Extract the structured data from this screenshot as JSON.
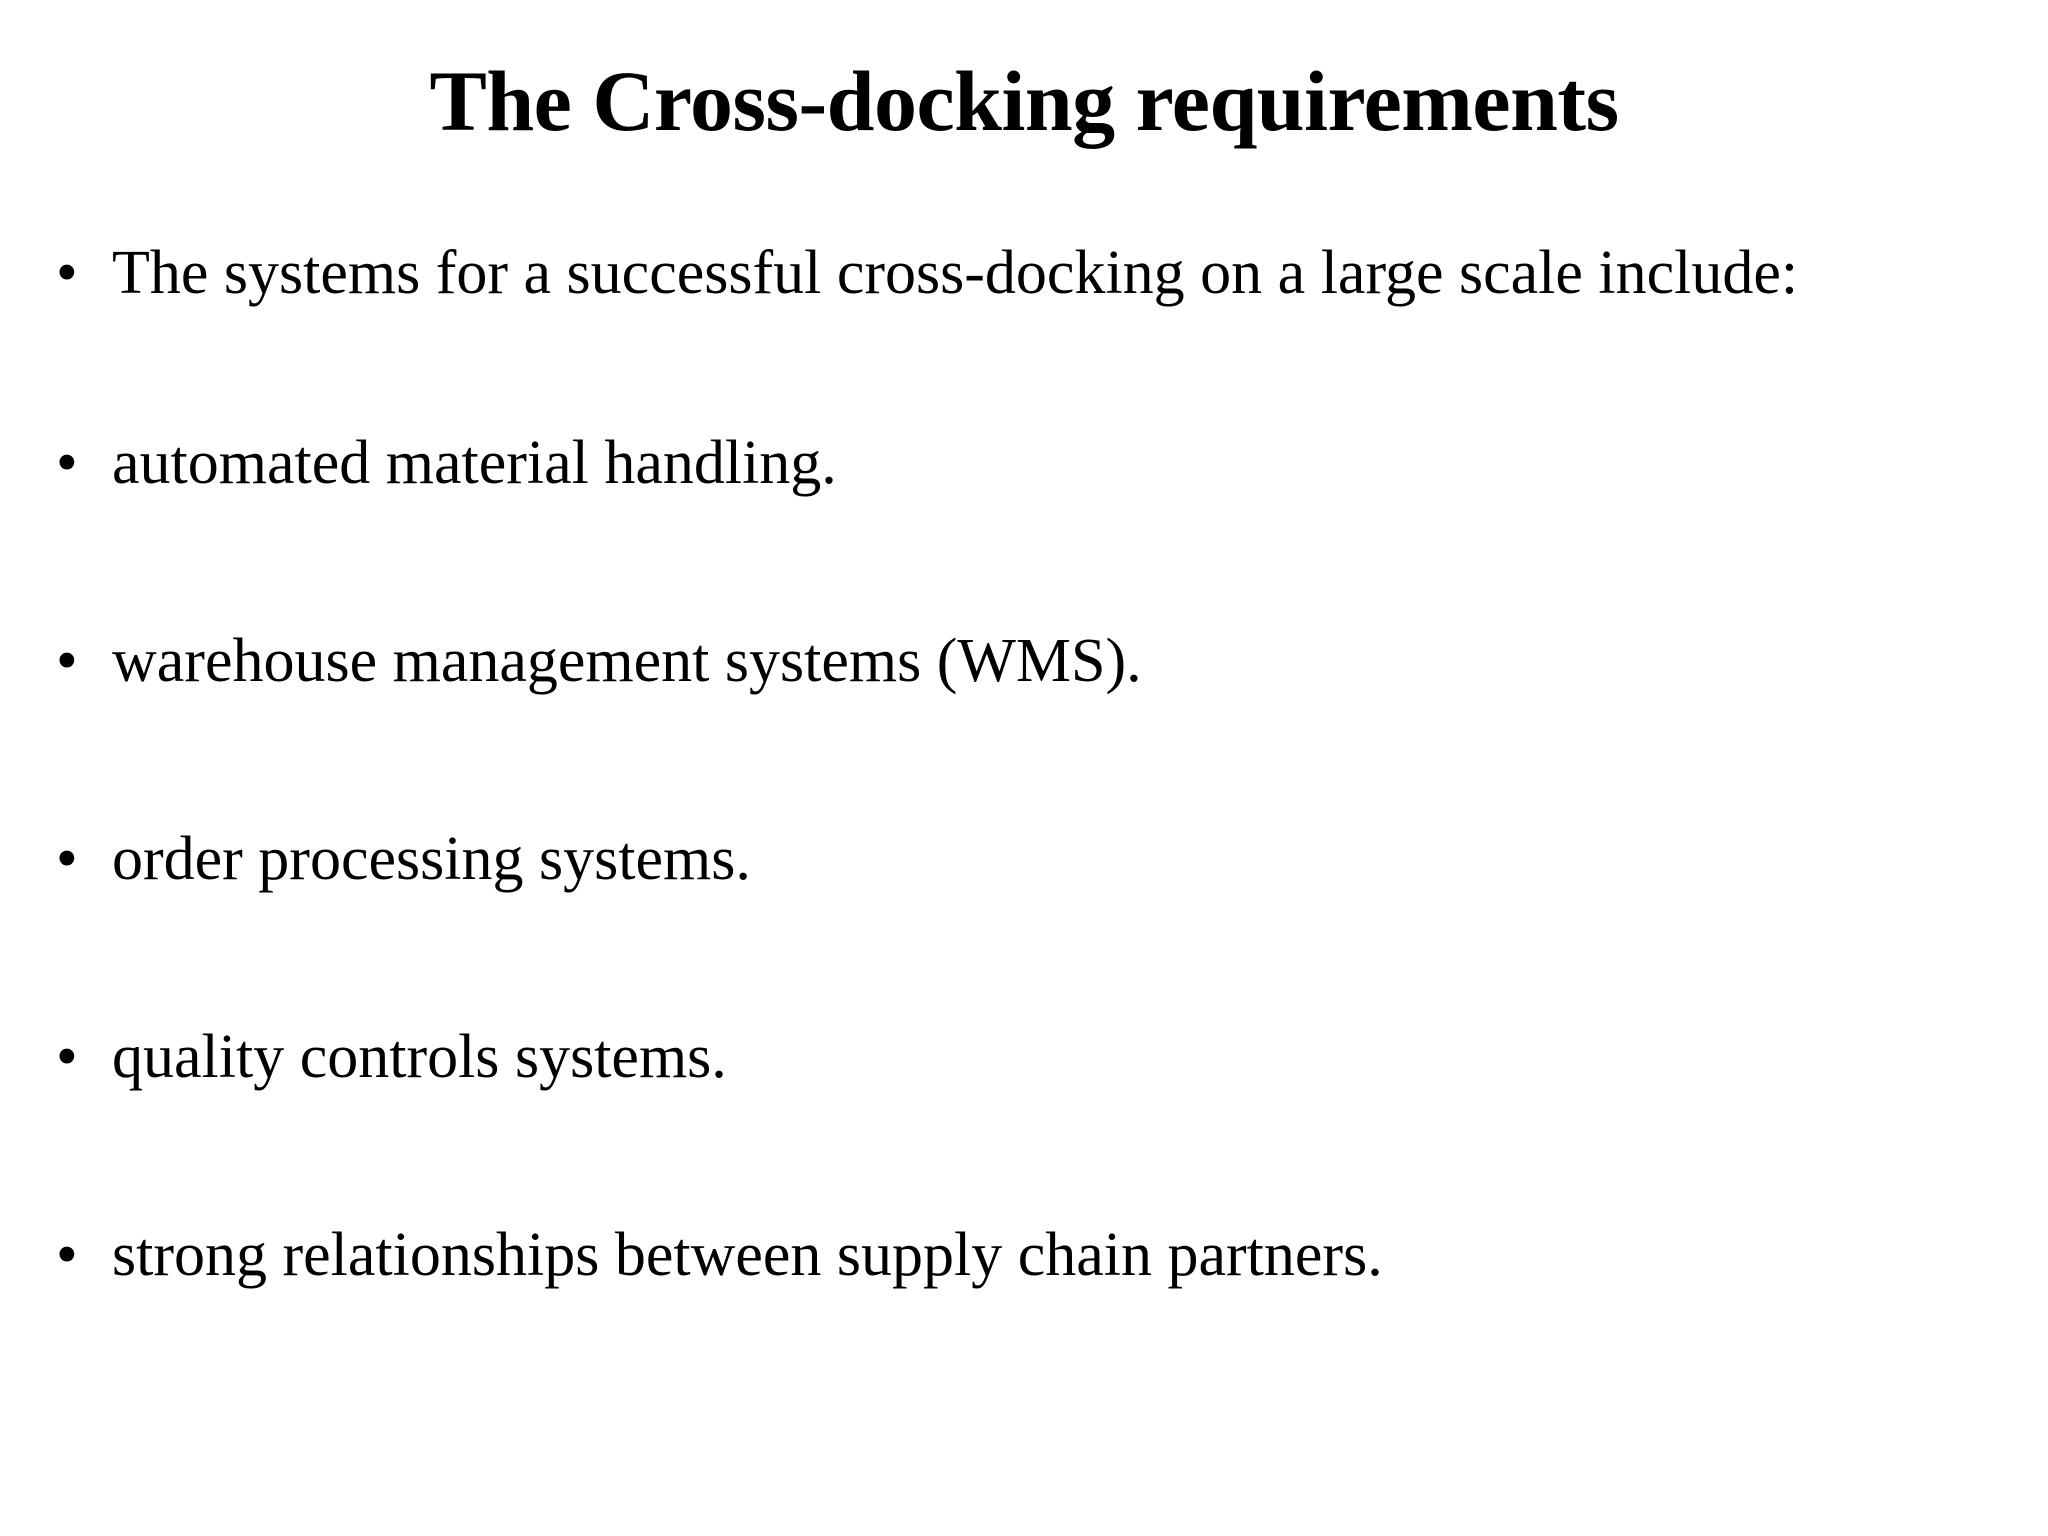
{
  "slide": {
    "title": "The Cross-docking requirements",
    "bullet_marker": "•",
    "background_color": "#ffffff",
    "text_color": "#000000",
    "bullets": [
      {
        "text": "The systems for a successful cross-docking on a large scale include:"
      },
      {
        "text": "automated material handling."
      },
      {
        "text": "warehouse management systems (WMS)."
      },
      {
        "text": "order processing systems."
      },
      {
        "text": "quality controls systems."
      },
      {
        "text": "strong relationships between supply chain partners."
      }
    ]
  }
}
